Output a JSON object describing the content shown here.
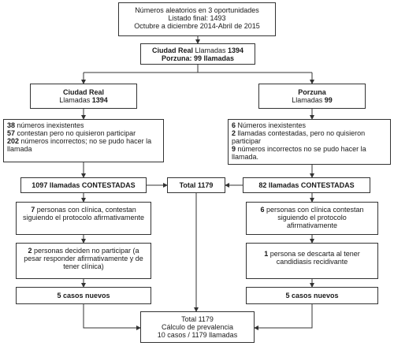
{
  "top": {
    "line1": "Números aleatorios en 3 oportunidades",
    "line2": "Listado final: 1493",
    "line3": "Octubre a diciembre 2014-Abril de 2015"
  },
  "combined": {
    "line1_bold": "Ciudad Real",
    "line1_rest": " Llamadas ",
    "line1_num": "1394",
    "line2_bold": "Porzuna: 99 llamadas"
  },
  "left": {
    "branch": {
      "title": "Ciudad Real",
      "calls_label": "Llamadas ",
      "calls_num": "1394"
    },
    "excluded": [
      {
        "num": "38",
        "text": " números inexistentes"
      },
      {
        "num": "57",
        "text": " contestan pero no quisieron participar"
      },
      {
        "num": "202",
        "text": " números incorrectos; no se pudo hacer la llamada"
      }
    ],
    "answered": "1097 llamadas CONTESTADAS",
    "clinic": {
      "num": "7",
      "text": " personas con clínica, contestan siguiendo el protocolo afirmativamente"
    },
    "declined": {
      "num": "2",
      "text": " personas deciden no participar (a pesar responder afirmativamente y de tener clínica)"
    },
    "new_cases": "5 casos nuevos"
  },
  "right": {
    "branch": {
      "title": "Porzuna",
      "calls_label": "Llamadas ",
      "calls_num": "99"
    },
    "excluded": [
      {
        "num": "6",
        "text": " Números inexistentes"
      },
      {
        "num": "2",
        "text": " llamadas contestadas, pero no quisieron participar"
      },
      {
        "num": "9",
        "text": " números incorrectos no se pudo hacer la llamada."
      }
    ],
    "answered": "82 llamadas CONTESTADAS",
    "clinic": {
      "num": "6",
      "text": " personas con clínica contestan siguiendo el protocolo afirmativamente"
    },
    "discarded": {
      "num": "1",
      "text": " persona se descarta al tener candidiasis recidivante"
    },
    "new_cases": "5 casos nuevos"
  },
  "total": {
    "label": "Total 1179"
  },
  "final": {
    "line1": "Total 1179",
    "line2": "Cálculo de prevalencia",
    "line3": "10 casos / 1179 llamadas"
  }
}
